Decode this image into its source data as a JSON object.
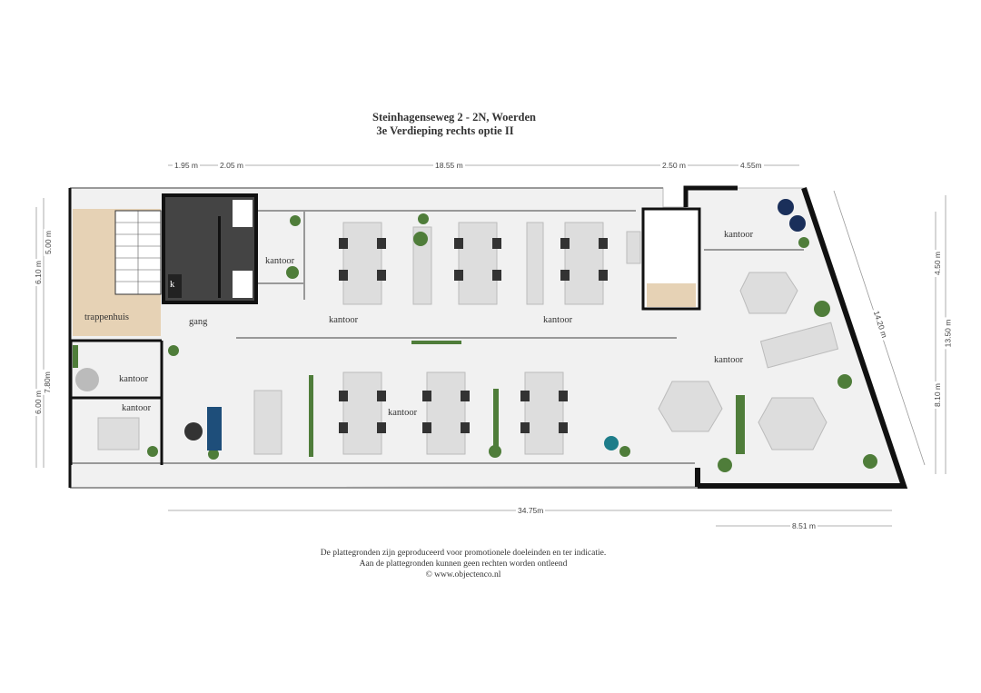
{
  "header": {
    "address": "Steinhagenseweg 2 - 2N, Woerden",
    "floor": "3e Verdieping rechts optie II"
  },
  "dimensions": {
    "top": [
      "1.95 m",
      "2.05 m",
      "18.55 m",
      "2.50 m",
      "4.55m"
    ],
    "left": [
      "6.10 m",
      "5.00 m",
      "6.00 m",
      "7.80m"
    ],
    "right": [
      "4.50 m",
      "13.50 m",
      "8.10 m"
    ],
    "diagonal": "14.20 m",
    "bottom_total": "34.75m",
    "bottom_right": "8.51 m"
  },
  "rooms": {
    "trappenhuis": "trappenhuis",
    "gang": "gang",
    "k": "k",
    "kantoor": "kantoor"
  },
  "footer": {
    "line1": "De plattegronden zijn geproduceerd voor promotionele doeleinden en ter indicatie.",
    "line2": "Aan de plattegronden kunnen geen rechten worden ontleend",
    "line3": "© www.objectenco.nl"
  }
}
